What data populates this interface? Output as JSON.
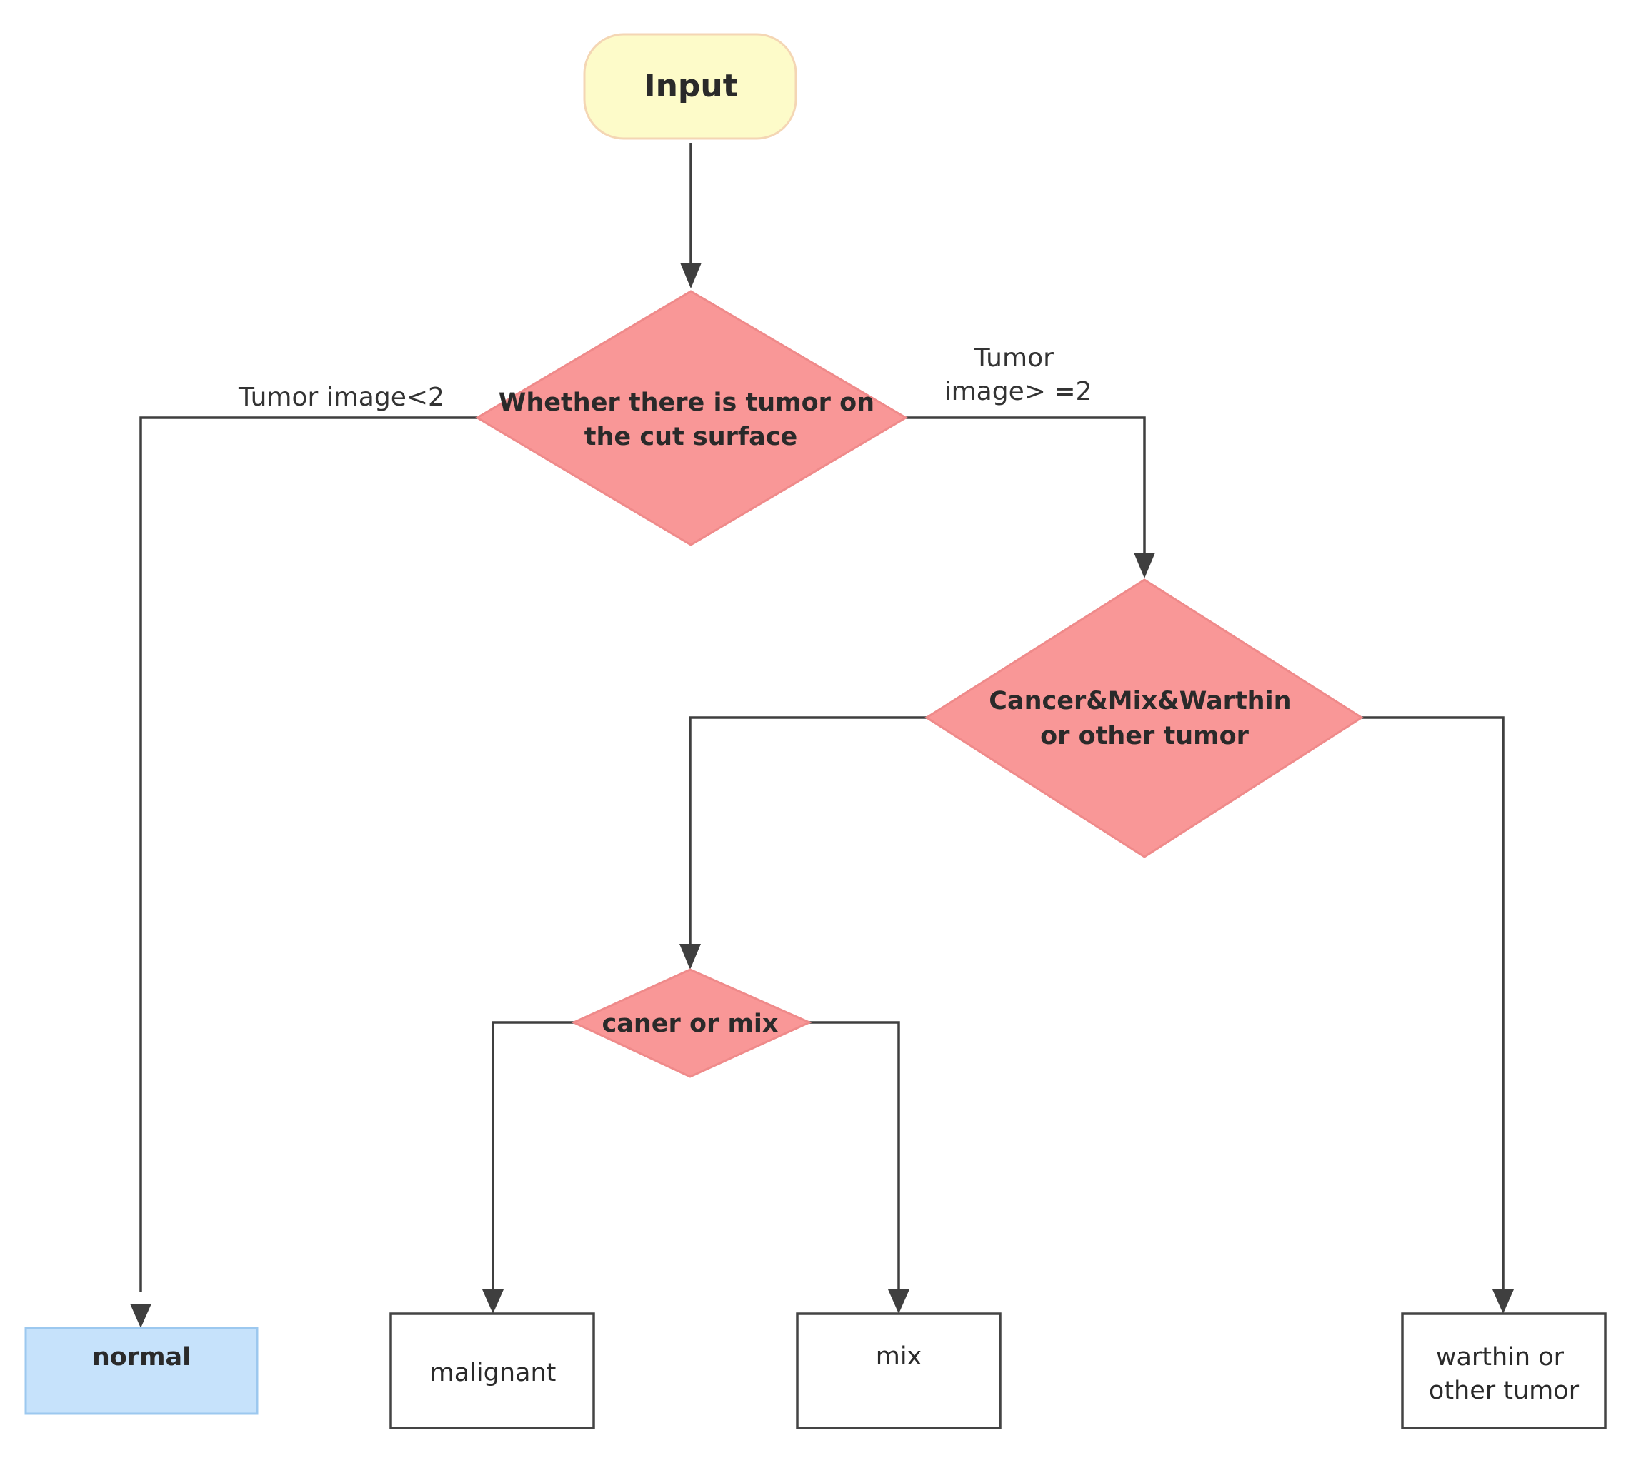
{
  "nodes": {
    "input": "Input",
    "decision_tumor": [
      "Whether there is tumor on",
      "the cut surface"
    ],
    "decision_cmw": [
      "Cancer&Mix&Warthin",
      "or other tumor"
    ],
    "decision_caner_mix": "caner or mix",
    "normal": "normal",
    "malignant": "malignant",
    "mix": "mix",
    "warthin_other": [
      "warthin or",
      "other tumor"
    ]
  },
  "edge_labels": {
    "left": "Tumor image<2",
    "right": [
      "Tumor",
      "image> =2"
    ]
  },
  "colors": {
    "start_fill": "#fdfbc9",
    "start_stroke": "#f4d6b4",
    "decision_fill": "#f99797",
    "decision_stroke": "#ef8a8a",
    "normal_fill": "#c6e2fb",
    "normal_stroke": "#9cc8ef",
    "box_stroke": "#444444",
    "edge": "#3f3f3f"
  }
}
